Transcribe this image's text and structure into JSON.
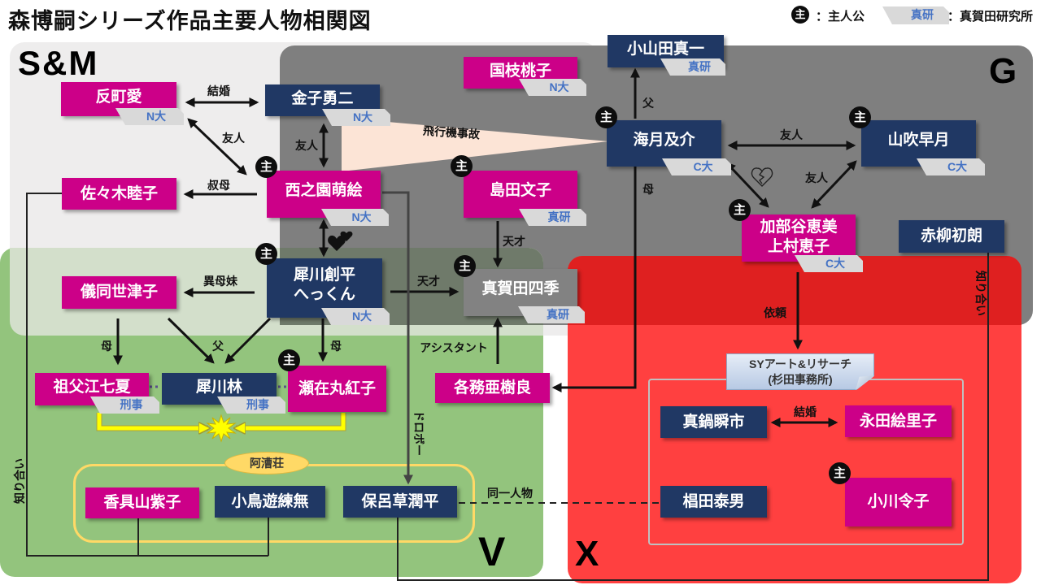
{
  "title": "森博嗣シリーズ作品主要人物相関図",
  "legend": {
    "badge": "主",
    "badge_label": "：主人公",
    "tag_sample": "真研",
    "tag_label": "：真賀田研究所"
  },
  "regions": {
    "sm": "S&M",
    "g": "G",
    "v": "V",
    "x": "X"
  },
  "colors": {
    "female_card": "#cc0088",
    "male_card": "#203864",
    "neutral_card": "#828282",
    "tag_text": "#4472c4",
    "region_sm": "#eeeded",
    "region_g": "#7f7f7f",
    "region_v": "#93c47d",
    "region_x": "#ff4040",
    "clash_line": "#ffff00"
  },
  "characters": [
    {
      "name": "反町愛",
      "tag": "N大",
      "card_color": "#cc0088"
    },
    {
      "name": "金子勇二",
      "tag": "N大",
      "card_color": "#203864"
    },
    {
      "name": "国枝桃子",
      "tag": "N大",
      "card_color": "#cc0088"
    },
    {
      "name": "小山田真一",
      "tag": "真研",
      "card_color": "#203864"
    },
    {
      "name": "海月及介",
      "tag": "C大",
      "card_color": "#203864",
      "protagonist": true
    },
    {
      "name": "山吹早月",
      "tag": "C大",
      "card_color": "#203864",
      "protagonist": true
    },
    {
      "name": "佐々木睦子",
      "card_color": "#cc0088"
    },
    {
      "name": "西之園萌絵",
      "tag": "N大",
      "card_color": "#cc0088",
      "protagonist": true
    },
    {
      "name": "島田文子",
      "tag": "真研",
      "card_color": "#cc0088",
      "protagonist": true
    },
    {
      "name": "加部谷恵美",
      "name2": "上村恵子",
      "tag": "C大",
      "card_color": "#cc0088",
      "protagonist": true
    },
    {
      "name": "赤柳初朗",
      "card_color": "#203864"
    },
    {
      "name": "犀川創平",
      "name2": "へっくん",
      "tag": "N大",
      "card_color": "#203864",
      "protagonist": true
    },
    {
      "name": "真賀田四季",
      "tag": "真研",
      "card_color": "#828282",
      "protagonist": true
    },
    {
      "name": "儀同世津子",
      "card_color": "#cc0088"
    },
    {
      "name": "祖父江七夏",
      "tag": "刑事",
      "card_color": "#cc0088"
    },
    {
      "name": "犀川林",
      "tag": "刑事",
      "card_color": "#203864"
    },
    {
      "name": "瀬在丸紅子",
      "card_color": "#cc0088",
      "protagonist": true
    },
    {
      "name": "各務亜樹良",
      "card_color": "#cc0088"
    },
    {
      "name": "香具山紫子",
      "card_color": "#cc0088"
    },
    {
      "name": "小鳥遊練無",
      "card_color": "#203864"
    },
    {
      "name": "保呂草潤平",
      "card_color": "#203864"
    },
    {
      "name": "真鍋瞬市",
      "card_color": "#203864"
    },
    {
      "name": "永田絵里子",
      "card_color": "#cc0088"
    },
    {
      "name": "椙田泰男",
      "card_color": "#203864"
    },
    {
      "name": "小川令子",
      "card_color": "#cc0088",
      "protagonist": true
    }
  ],
  "relations": [
    {
      "from": "反町愛",
      "to": "金子勇二",
      "label": "結婚"
    },
    {
      "from": "反町愛",
      "to": "西之園萌絵",
      "label": "友人"
    },
    {
      "from": "金子勇二",
      "to": "西之園萌絵",
      "label": "友人"
    },
    {
      "from": "西之園萌絵",
      "to": "佐々木睦子",
      "label": "叔母"
    },
    {
      "from": "西之園萌絵",
      "to": "海月及介",
      "label": "飛行機事故"
    },
    {
      "from": "西之園萌絵",
      "to": "犀川創平",
      "label": "",
      "icon": "hearts-icon"
    },
    {
      "from": "島田文子",
      "to": "真賀田四季",
      "label": "天才"
    },
    {
      "from": "犀川創平",
      "to": "真賀田四季",
      "label": "天才"
    },
    {
      "from": "犀川創平",
      "to": "儀同世津子",
      "label": "異母妹"
    },
    {
      "from": "儀同世津子",
      "to": "祖父江七夏",
      "label": "母"
    },
    {
      "from": "儀同世津子, 犀川創平",
      "to": "犀川林",
      "label": "父"
    },
    {
      "from": "犀川創平",
      "to": "瀬在丸紅子",
      "label": "母"
    },
    {
      "from": "各務亜樹良",
      "to": "真賀田四季",
      "label": "アシスタント"
    },
    {
      "from": "西之園萌絵",
      "to": "保呂草潤平",
      "label": "ドロボー"
    },
    {
      "from": "保呂草潤平",
      "to": "椙田泰男",
      "label": "同一人物"
    },
    {
      "from": "佐々木睦子",
      "to": "香具山紫子, 小鳥遊練無",
      "label": "知り合い"
    },
    {
      "from": "赤柳初朗",
      "to": "保呂草潤平",
      "label": "知り合い"
    },
    {
      "from": "海月及介",
      "to": "小山田真一",
      "label": "父"
    },
    {
      "from": "海月及介",
      "to": "各務亜樹良",
      "label": "母"
    },
    {
      "from": "海月及介",
      "to": "山吹早月",
      "label": "友人"
    },
    {
      "from": "海月及介",
      "to": "加部谷恵美",
      "label": "",
      "icon": "broken-heart-icon"
    },
    {
      "from": "加部谷恵美",
      "to": "山吹早月",
      "label": "友人"
    },
    {
      "from": "加部谷恵美",
      "to": "SYアート&リサーチ",
      "label": "依頼"
    },
    {
      "from": "真鍋瞬市",
      "to": "永田絵里子",
      "label": "結婚"
    },
    {
      "from": "祖父江七夏, 瀬在丸紅子",
      "to": "犀川林",
      "label": "",
      "icon": "clash-icon"
    }
  ],
  "groups": {
    "akogiso": "阿漕荘",
    "office_line1": "SYアート&リサーチ",
    "office_line2": "(杉田事務所)"
  }
}
